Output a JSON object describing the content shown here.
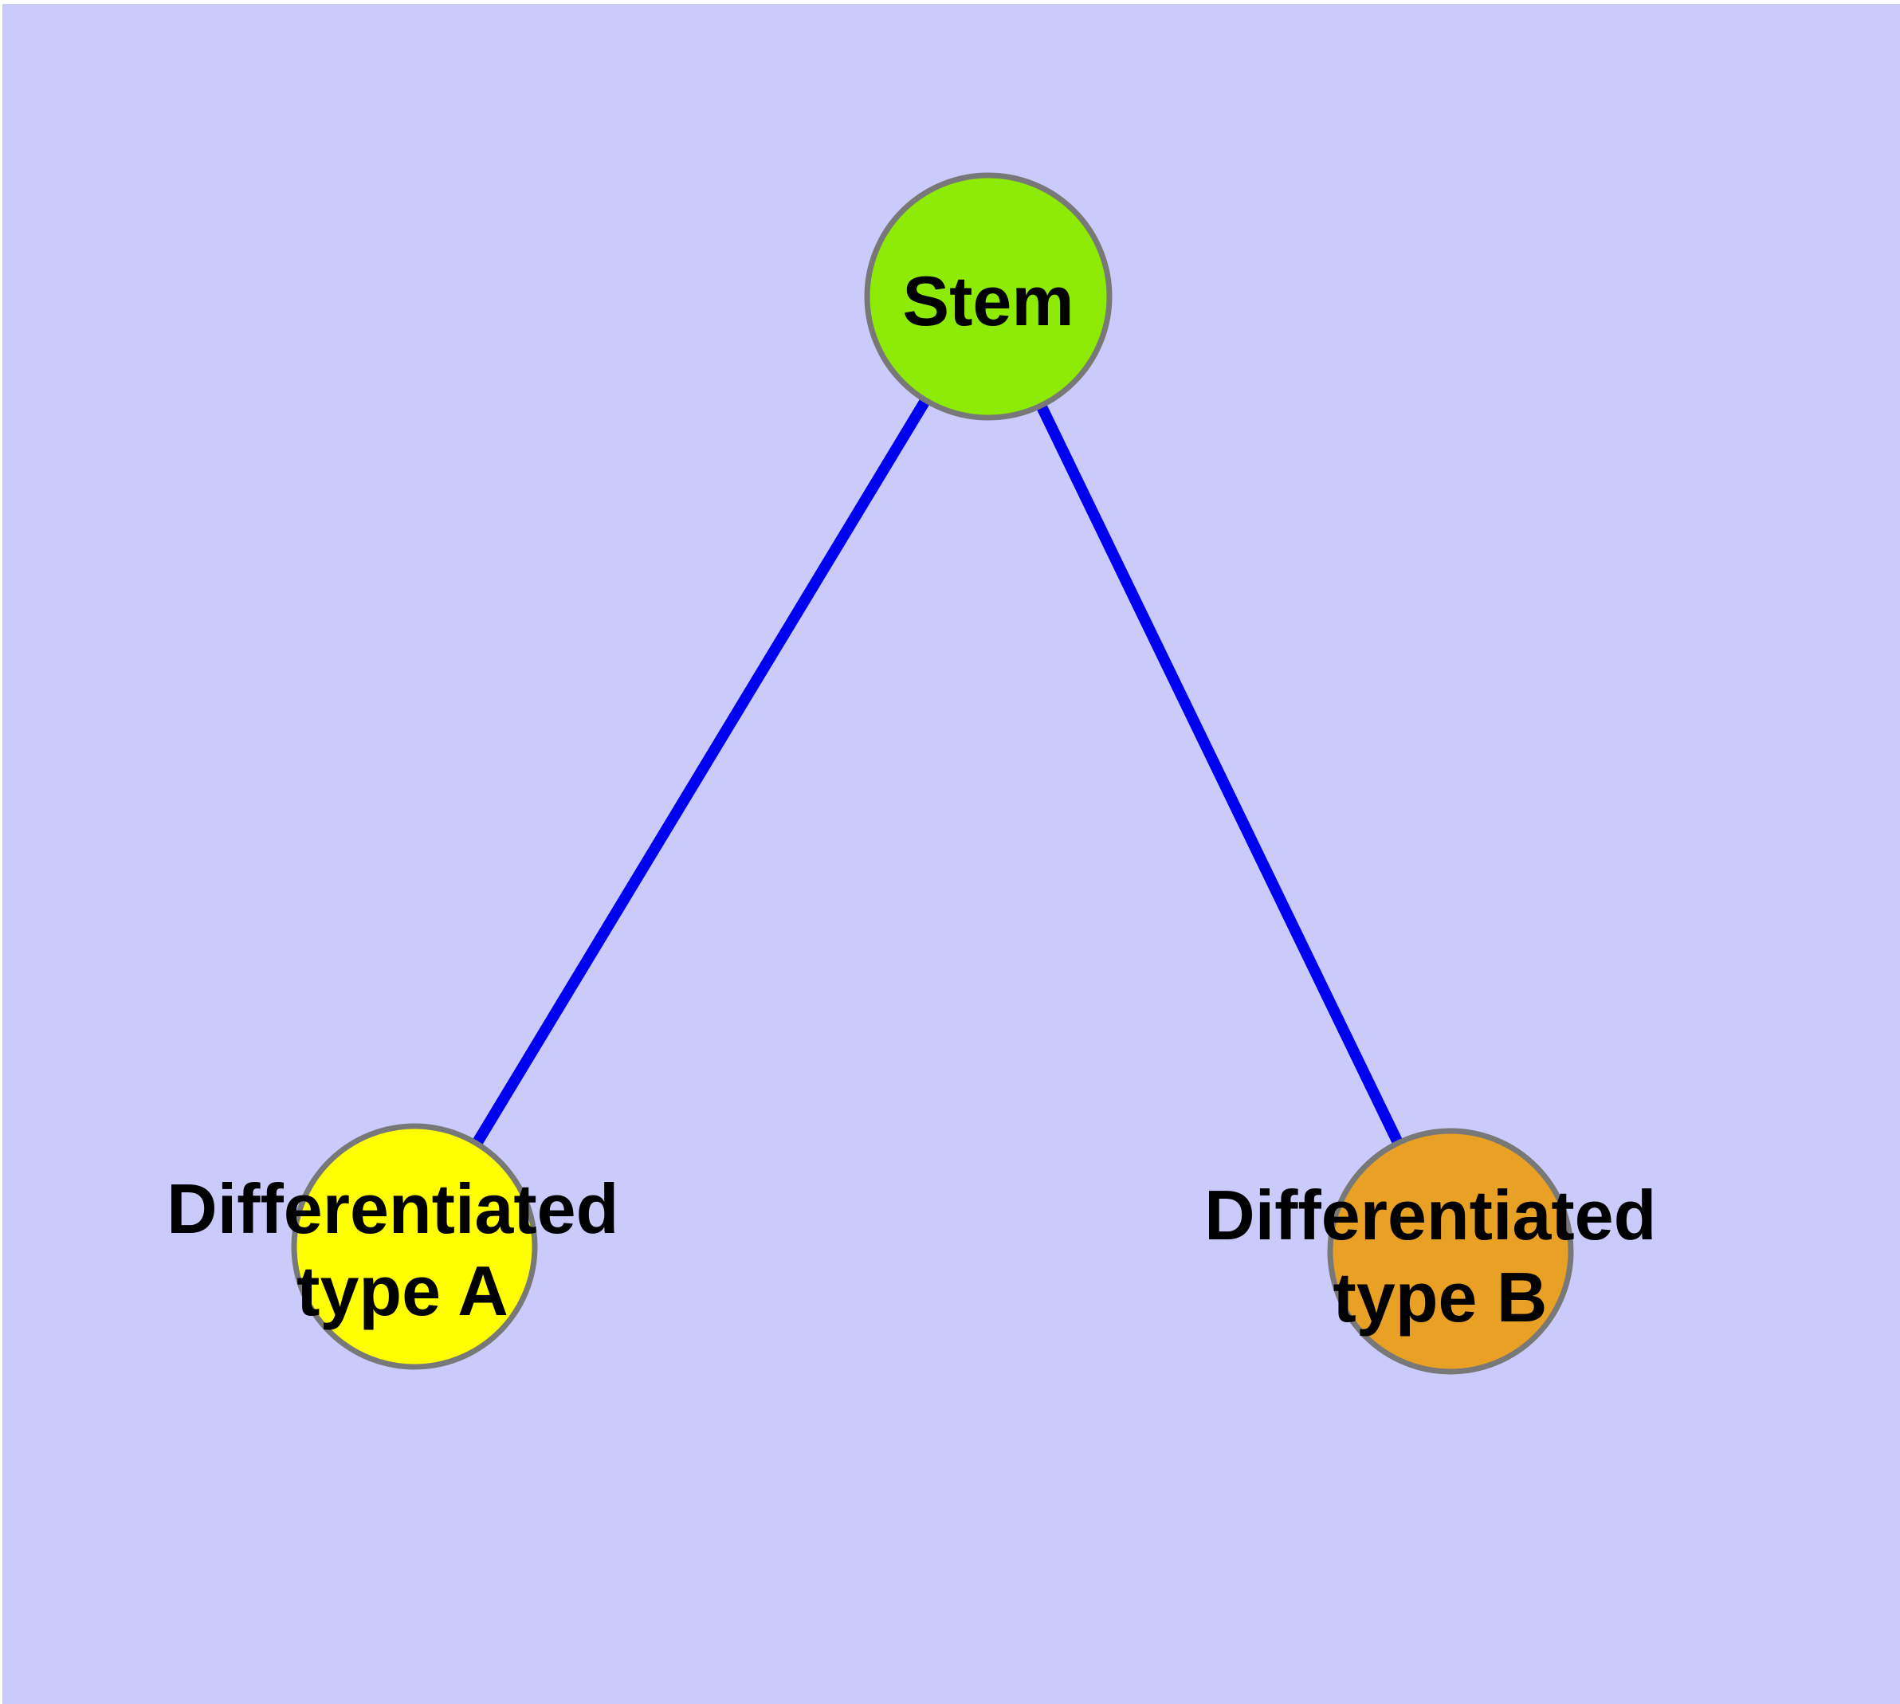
{
  "figure": {
    "background_color": "#CACBFB",
    "margin_color": "#FFFFFF",
    "edge_color": "#0000F0",
    "node_border_color": "#787878",
    "text_color": "#000000",
    "nodes": [
      {
        "id": "stem",
        "label": "Stem",
        "fill": "#8DEB05"
      },
      {
        "id": "differentiated-type-a",
        "label": "Differentiated type A",
        "line1": "Differentiated",
        "line2": "type A",
        "fill": "#FFFF00"
      },
      {
        "id": "differentiated-type-b",
        "label": "Differentiated type B",
        "line1": "Differentiated",
        "line2": "type B",
        "fill": "#E8A125"
      }
    ],
    "edges": [
      {
        "from": "stem",
        "to": "differentiated-type-a"
      },
      {
        "from": "stem",
        "to": "differentiated-type-b"
      }
    ]
  }
}
